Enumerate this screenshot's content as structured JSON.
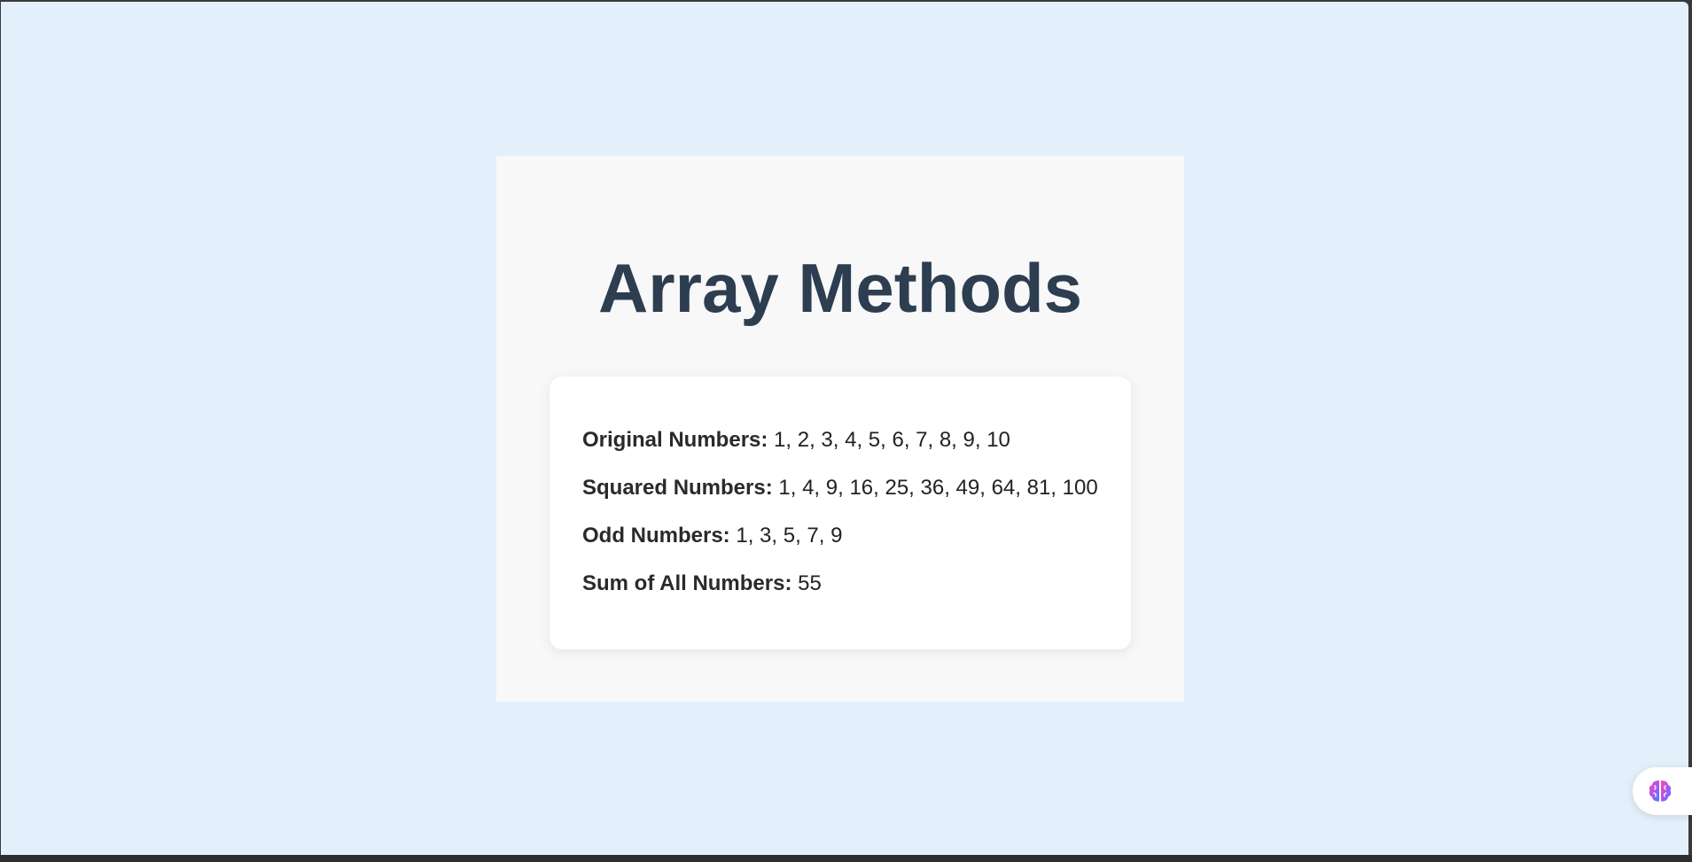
{
  "page": {
    "title": "Array Methods"
  },
  "results": [
    {
      "label": "Original Numbers:",
      "value": "1, 2, 3, 4, 5, 6, 7, 8, 9, 10"
    },
    {
      "label": "Squared Numbers:",
      "value": "1, 4, 9, 16, 25, 36, 49, 64, 81, 100"
    },
    {
      "label": "Odd Numbers:",
      "value": "1, 3, 5, 7, 9"
    },
    {
      "label": "Sum of All Numbers:",
      "value": "55"
    }
  ],
  "floating_button": {
    "icon": "brain-icon"
  },
  "colors": {
    "background": "#e3f0fb",
    "panel": "#f8f8f8",
    "card": "#ffffff",
    "title": "#2c3e50"
  }
}
